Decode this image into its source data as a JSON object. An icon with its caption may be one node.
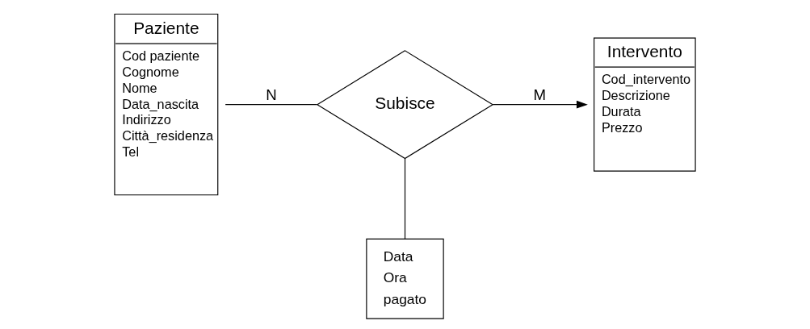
{
  "diagram": {
    "nodes": [
      {
        "text": [
          "Paziente",
          "Cod paziente",
          "Cognome",
          "Nome",
          "Data_nascita",
          "Indirizzo",
          "Città_residenza",
          "Tel"
        ]
      },
      {
        "text": [
          "Subisce"
        ]
      },
      {
        "text": [
          "Intervento",
          "Cod_intervento",
          "Descrizione",
          "Durata",
          "Prezzo"
        ]
      },
      {
        "text": [
          "Data",
          "Ora",
          "pagato"
        ]
      }
    ],
    "edges": [
      {
        "from": 0,
        "to": 1,
        "arrow": "none",
        "label": "N"
      },
      {
        "from": 1,
        "to": 2,
        "arrow": "to",
        "label": "M"
      },
      {
        "from": 1,
        "to": 3,
        "arrow": "none"
      }
    ]
  }
}
